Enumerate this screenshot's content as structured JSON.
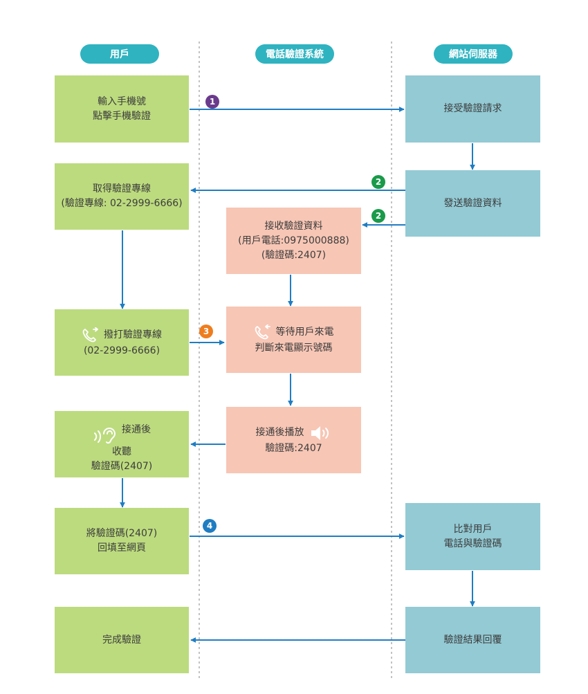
{
  "headers": {
    "user": "用戶",
    "system": "電話驗證系統",
    "server": "網站伺服器"
  },
  "steps": {
    "input_phone": [
      "輸入手機號",
      "點擊手機驗證"
    ],
    "accept_request": "接受驗證請求",
    "get_line": [
      "取得驗證專線",
      "(驗證專線: 02-2999-6666)"
    ],
    "send_data": "發送驗證資料",
    "receive_data": [
      "接收驗證資料",
      "(用戶電話:0975000888)",
      "(驗證碼:2407)"
    ],
    "dial_line": [
      "撥打驗證專線",
      "(02-2999-6666)"
    ],
    "wait_call": [
      "等待用戶來電",
      "判斷來電顯示號碼"
    ],
    "listen": [
      "接通後",
      "收聽",
      "驗證碼(2407)"
    ],
    "play_code": [
      "接通後播放",
      "驗證碼:2407"
    ],
    "fill_code": [
      "將驗證碼(2407)",
      "回填至網頁"
    ],
    "compare": [
      "比對用戶",
      "電話與驗證碼"
    ],
    "complete": "完成驗證",
    "result_reply": "驗證結果回覆"
  },
  "badges": {
    "b1": "1",
    "b2a": "2",
    "b2b": "2",
    "b3": "3",
    "b4": "4"
  },
  "colors": {
    "header": "#2fb3c0",
    "user_box": "#bcdb7e",
    "system_box": "#f7c6b5",
    "server_box": "#93cad4",
    "arrow": "#1f7dc2",
    "badge_1": "#6a3b8c",
    "badge_2": "#1a9a4a",
    "badge_3": "#ee7d1f",
    "badge_4": "#1f7dc2"
  },
  "icons": [
    "phone-call-icon",
    "ear-icon",
    "speaker-icon"
  ]
}
